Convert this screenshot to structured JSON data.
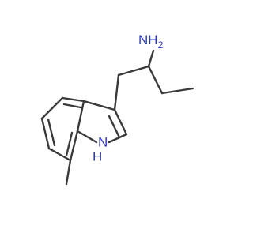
{
  "molecule": {
    "atoms": {
      "amine": "NH",
      "amine_h2_sub": "2",
      "indole_n": "N",
      "indole_h": "H"
    },
    "colors": {
      "bond": "#3a3a3a",
      "heteroatom": "#2d36b4",
      "background": "#ffffff"
    }
  }
}
